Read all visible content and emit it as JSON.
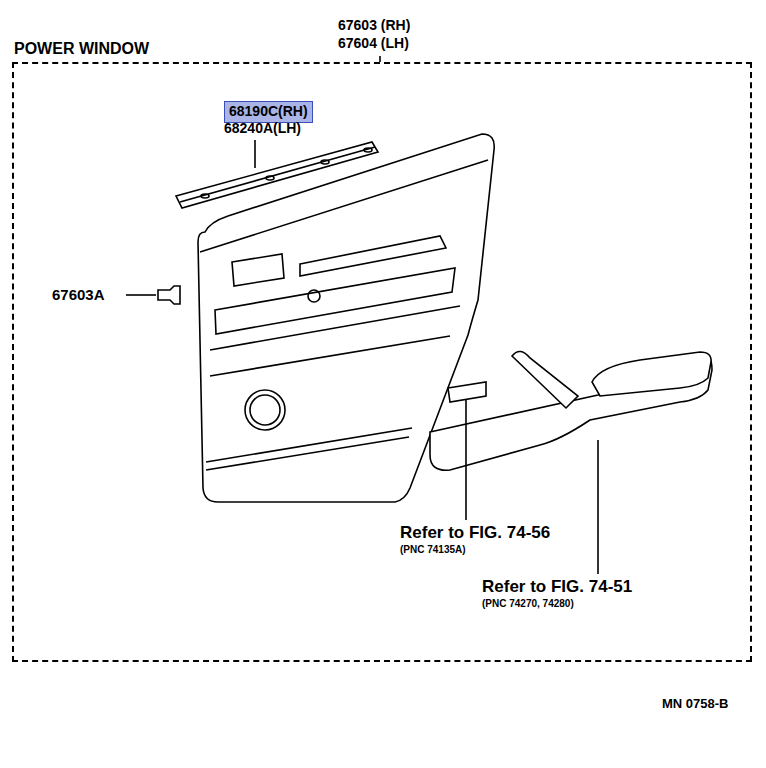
{
  "diagram": {
    "nodes": [
      {
        "text": [
          "POWER WINDOW"
        ]
      },
      {
        "text": [
          "68190C(RH)"
        ],
        "in": 0
      }
    ],
    "labels": [
      "67603 (RH)",
      "67604 (LH)",
      "68240A(LH)",
      "67603A",
      "Refer to FIG. 74-56",
      "(PNC 74135A)",
      "Refer to FIG. 74-51",
      "(PNC 74270, 74280)",
      "MN 0758-B"
    ]
  }
}
